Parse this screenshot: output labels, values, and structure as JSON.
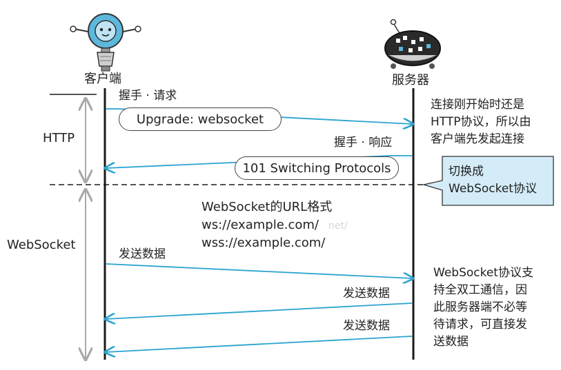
{
  "actors": {
    "client": "客户端",
    "server": "服务器"
  },
  "phases": {
    "http": "HTTP",
    "websocket": "WebSocket"
  },
  "messages": {
    "handshake_request_label": "握手 · 请求",
    "upgrade": "Upgrade: websocket",
    "handshake_response_label": "握手 · 响应",
    "switching": "101 Switching Protocols",
    "send_1": "发送数据",
    "send_2": "发送数据",
    "send_3": "发送数据"
  },
  "url_format": {
    "title": "WebSocket的URL格式",
    "ws": "ws://example.com/",
    "wss": "wss://example.com/"
  },
  "notes": {
    "http_note": [
      "连接刚开始时还是",
      "HTTP协议，所以由",
      "客户端先发起连接"
    ],
    "switch_callout": [
      "切换成",
      "WebSocket协议"
    ],
    "ws_note": [
      "WebSocket协议支",
      "持全双工通信，因",
      "此服务器端不必等",
      "待请求，可直接发",
      "送数据"
    ]
  },
  "watermark": "net/",
  "colors": {
    "arrow": "#29a3cf",
    "lifeline": "#1a1a1a",
    "phase_axis": "#a9a9a9",
    "callout_fill": "#d3ecf7",
    "robot_blue": "#5db8dd"
  },
  "icons": {
    "client": "robot-client-icon",
    "server": "robot-server-icon"
  }
}
